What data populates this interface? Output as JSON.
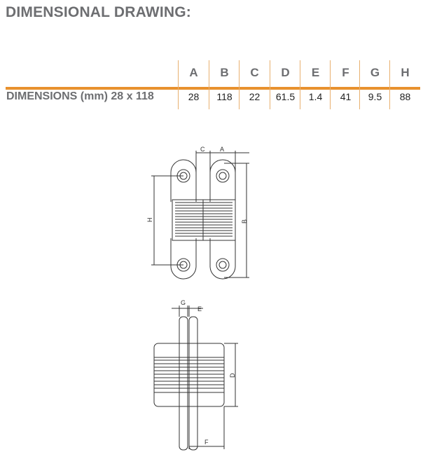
{
  "title": "DIMENSIONAL DRAWING:",
  "table": {
    "row_label": "DIMENSIONS (mm) 28 x 118",
    "headers": [
      "A",
      "B",
      "C",
      "D",
      "E",
      "F",
      "G",
      "H"
    ],
    "values": [
      "28",
      "118",
      "22",
      "61.5",
      "1.4",
      "41",
      "9.5",
      "88"
    ]
  },
  "drawing": {
    "labels": {
      "A": "A",
      "B": "B",
      "C": "C",
      "D": "D",
      "E": "E",
      "F": "F",
      "G": "G",
      "H": "H"
    }
  },
  "colors": {
    "accent": "#e8912e",
    "heading": "#6d6e71"
  }
}
